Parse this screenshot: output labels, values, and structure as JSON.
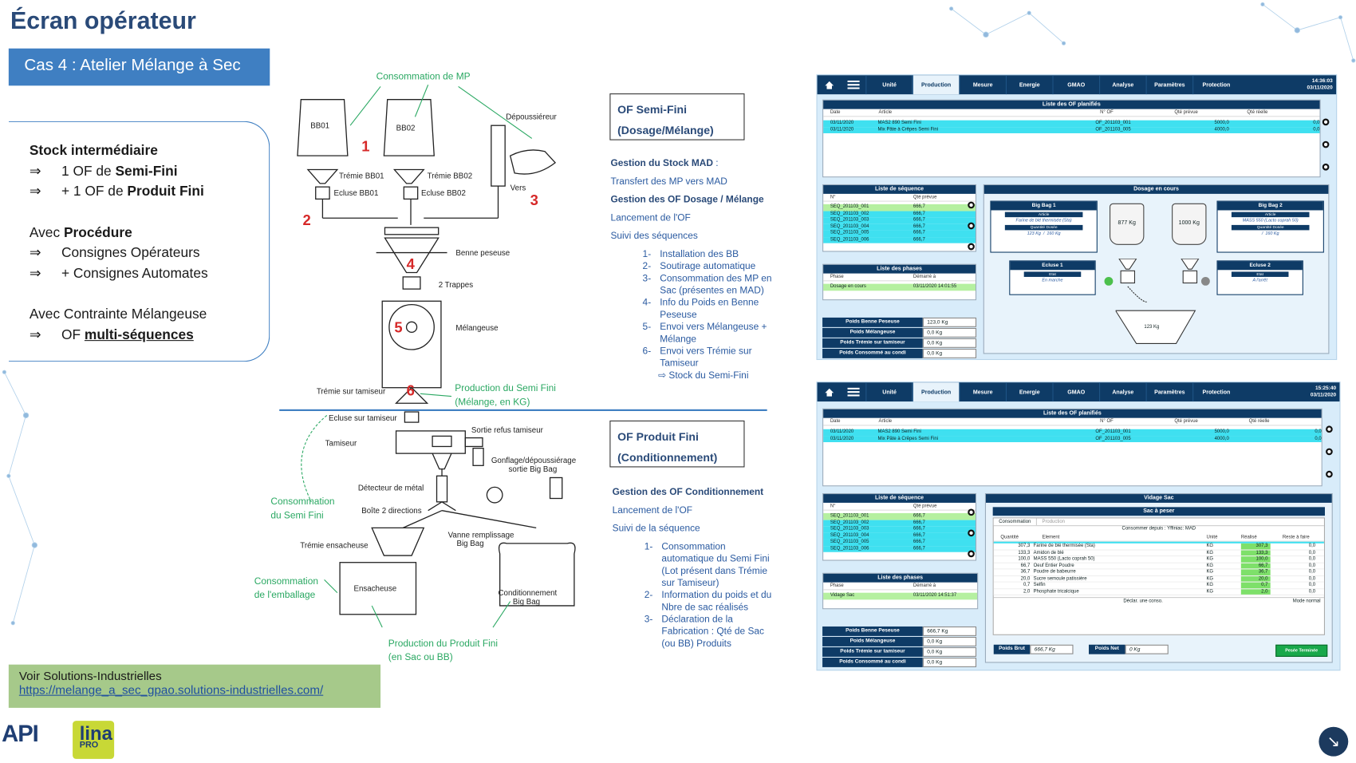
{
  "title": "Écran opérateur",
  "case_label": "Cas 4 : Atelier Mélange à Sec",
  "stock": {
    "line1": "Stock intermédiaire",
    "line2_prefix": "1 OF de ",
    "line2_bold": "Semi-Fini",
    "line3_prefix": "+ 1 OF de ",
    "line3_bold": "Produit Fini",
    "line4_prefix": "Avec ",
    "line4_bold": "Procédure",
    "line5": "Consignes Opérateurs",
    "line6": "+ Consignes Automates",
    "line7": "Avec Contrainte Mélangeuse",
    "line8_prefix": "OF ",
    "line8_bold": "multi-séquences",
    "arrow": "⇒"
  },
  "solutions": {
    "label": "Voir Solutions-Industrielles",
    "link": "https://melange_a_sec_gpao.solutions-industrielles.com/"
  },
  "logos": {
    "api": "API",
    "lina": "lina",
    "pro": "PRO"
  },
  "diagram": {
    "conso_mp": "Consommation de MP",
    "bb01": "BB01",
    "bb02": "BB02",
    "depoussiereur": "Dépoussiéreur",
    "tremie_bb01": "Trémie BB01",
    "tremie_bb02": "Trémie BB02",
    "ecluse_bb01": "Ecluse BB01",
    "ecluse_bb02": "Ecluse BB02",
    "vers": "Vers",
    "benne": "Benne peseuse",
    "trappes": "2 Trappes",
    "melangeuse": "Mélangeuse",
    "tremie_tamiseur": "Trémie sur tamiseur",
    "prod_semi": "Production du Semi Fini",
    "prod_semi2": "(Mélange, en KG)",
    "ecluse_tamiseur": "Ecluse sur tamiseur",
    "sortie_refus": "Sortie refus tamiseur",
    "tamiseur": "Tamiseur",
    "gonflage": "Gonflage/dépoussiérage",
    "gonflage2": "sortie Big Bag",
    "detecteur": "Détecteur de métal",
    "conso_semi": "Consommation",
    "conso_semi2": "du Semi Fini",
    "boite": "Boîte 2 directions",
    "vanne": "Vanne remplissage",
    "vanne2": "Big Bag",
    "tremie_ensacheuse": "Trémie ensacheuse",
    "conso_emb": "Consommation",
    "conso_emb2": "de l'emballage",
    "ensacheuse": "Ensacheuse",
    "condition": "Conditionnement",
    "condition2": "Big Bag",
    "prod_fini": "Production du Produit Fini",
    "prod_fini2": "(en Sac ou BB)",
    "n1": "1",
    "n2": "2",
    "n3": "3",
    "n4": "4",
    "n5": "5",
    "n6": "6"
  },
  "of_semi": {
    "l1": "OF Semi-Fini",
    "l2": "(Dosage/Mélange)"
  },
  "of_fini": {
    "l1": "OF Produit Fini",
    "l2": "(Conditionnement)"
  },
  "proc_semi": {
    "r1": "Gestion du Stock MAD",
    "r1b": " :",
    "r2": "Transfert des MP vers MAD",
    "r3": "Gestion des OF Dosage / Mélange",
    "r4": "Lancement de l'OF",
    "r5": "Suivi des séquences",
    "items": [
      {
        "n": "1-",
        "t": "Installation des BB"
      },
      {
        "n": "2-",
        "t": "Soutirage automatique"
      },
      {
        "n": "3-",
        "t": "Consommation des MP en Sac (présentes en MAD)"
      },
      {
        "n": "4-",
        "t": "Info du Poids en Benne Peseuse"
      },
      {
        "n": "5-",
        "t": "Envoi vers Mélangeuse + Mélange"
      },
      {
        "n": "6-",
        "t": "Envoi vers Trémie sur Tamiseur"
      }
    ],
    "last": "⇨  Stock du Semi-Fini"
  },
  "proc_fini": {
    "r1": "Gestion des OF Conditionnement",
    "r2": "Lancement de l'OF",
    "r3": "Suivi de la séquence",
    "items": [
      {
        "n": "1-",
        "t": "Consommation automatique du Semi Fini (Lot présent dans Trémie sur Tamiseur)"
      },
      {
        "n": "2-",
        "t": "Information du poids et du Nbre de sac réalisés"
      },
      {
        "n": "3-",
        "t": "Déclaration de la Fabrication : Qté de Sac (ou BB) Produits"
      }
    ]
  },
  "screen_menu": [
    "Unité",
    "Production",
    "Mesure",
    "Energie",
    "GMAO",
    "Analyse",
    "Paramètres",
    "Protection"
  ],
  "screen1": {
    "time": "14:36:03",
    "date": "03/11/2020",
    "of_title": "Liste des OF planifiés",
    "of_cols": [
      "Date",
      "Article",
      "N° OF",
      "Qté prévue",
      "Qté réelle"
    ],
    "of_rows": [
      [
        "03/11/2020",
        "MAS2 890 Semi Fini",
        "OF_201103_001",
        "5000,0",
        "0,0"
      ],
      [
        "03/11/2020",
        "Mix Pâte à Crêpes Semi Fini",
        "OF_201103_005",
        "4000,0",
        "0,0"
      ]
    ],
    "seq_title": "Liste de séquence",
    "seq_cols": [
      "N°",
      "Qté prévue"
    ],
    "seq_rows": [
      [
        "SEQ_201103_001",
        "666,7"
      ],
      [
        "SEQ_201103_002",
        "666,7"
      ],
      [
        "SEQ_201103_003",
        "666,7"
      ],
      [
        "SEQ_201103_004",
        "666,7"
      ],
      [
        "SEQ_201103_005",
        "666,7"
      ],
      [
        "SEQ_201103_006",
        "666,7"
      ]
    ],
    "phase_title": "Liste des phases",
    "phase_cols": [
      "Phase",
      "Démarré à"
    ],
    "phase_rows": [
      [
        "Dosage en cours",
        "03/11/2020 14:01:55"
      ]
    ],
    "dosage_title": "Dosage en cours",
    "bb1": {
      "title": "Big Bag 1",
      "art": "Article",
      "art_val": "Farine de blé thermisée (Sta)",
      "qd": "Quantité Dosée",
      "qd_val": "123 Kg",
      "sep": "/",
      "total": "160 Kg",
      "bag": "877 Kg"
    },
    "bb2": {
      "title": "Big Bag 2",
      "art": "Article",
      "art_val": "MASS 550 (Lacto coprah 50)",
      "qd": "Quantité Dosée",
      "qd_val": "/",
      "total": "160 Kg",
      "bag": "1000 Kg"
    },
    "ec1": {
      "title": "Ecluse 1",
      "etat": "Etat",
      "val": "En marche"
    },
    "ec2": {
      "title": "Ecluse 2",
      "etat": "Etat",
      "val": "A l'arrêt"
    },
    "hopper": "123 Kg",
    "weights": [
      {
        "k": "Poids Benne Peseuse",
        "v": "123,0 Kg"
      },
      {
        "k": "Poids Mélangeuse",
        "v": "0,0 Kg"
      },
      {
        "k": "Poids Trémie sur tamiseur",
        "v": "0,0 Kg"
      },
      {
        "k": "Poids Consommé au condi",
        "v": "0,0 Kg"
      }
    ]
  },
  "screen2": {
    "time": "15:25:40",
    "date": "03/11/2020",
    "of_title": "Liste des OF planifiés",
    "seq_title": "Liste de séquence",
    "phase_title": "Liste des phases",
    "phase_rows": [
      [
        "Vidage Sac",
        "03/11/2020 14:51:37"
      ]
    ],
    "vidage_title": "Vidage Sac",
    "sac_title": "Sac à peser",
    "tab1": "Consommation",
    "tab2": "Production",
    "conso_depuis": "Consommer depuis : Yffiniac: MAD",
    "vcols": [
      "Quantité",
      "Element",
      "Unité",
      "Réalisé",
      "Reste à faire"
    ],
    "vrows": [
      [
        "307,3",
        "Farine de blé thermisée (Sta)",
        "KG",
        "307,3",
        "0,0"
      ],
      [
        "133,3",
        "Amidon de blé",
        "KG",
        "133,3",
        "0,0"
      ],
      [
        "100,0",
        "MASS 550 (Lacto coprah 50)",
        "KG",
        "100,0",
        "0,0"
      ],
      [
        "66,7",
        "Oeuf Entier Poudre",
        "KG",
        "66,7",
        "0,0"
      ],
      [
        "36,7",
        "Poudre de babeurre",
        "KG",
        "36,7",
        "0,0"
      ],
      [
        "20,0",
        "Sucre semoule patissière",
        "KG",
        "20,0",
        "0,0"
      ],
      [
        "0,7",
        "Selfin",
        "KG",
        "0,7",
        "0,0"
      ],
      [
        "2,0",
        "Phosphate tricalcique",
        "KG",
        "2,0",
        "0,0"
      ]
    ],
    "declar": "Déclar. une conso.",
    "mode": "Mode normal",
    "poids_brut": "Poids Brut",
    "poids_brut_v": "666,7 Kg",
    "poids_net": "Poids Net",
    "poids_net_v": "0 Kg",
    "btn": "Pesée Terminée",
    "weights": [
      {
        "k": "Poids Benne Peseuse",
        "v": "666,7 Kg"
      },
      {
        "k": "Poids Mélangeuse",
        "v": "0,0 Kg"
      },
      {
        "k": "Poids Trémie sur tamiseur",
        "v": "0,0 Kg"
      },
      {
        "k": "Poids Consommé au condi",
        "v": "0,0 Kg"
      }
    ]
  },
  "colors": {
    "navy": "#0e3b66",
    "accent": "#3f7fc2",
    "green": "#2aa862",
    "red": "#d62828"
  }
}
